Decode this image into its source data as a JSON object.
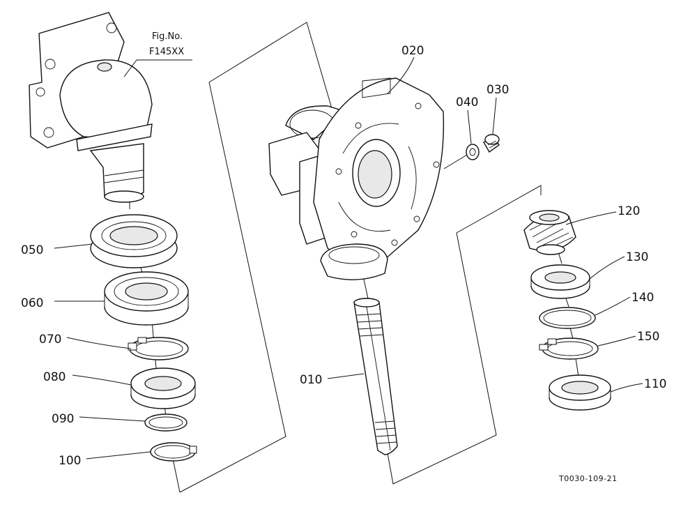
{
  "figure": {
    "label": "Fig.No.",
    "number": "F145XX"
  },
  "drawing_code": "T0030-109-21",
  "parts": {
    "p010": "010",
    "p020": "020",
    "p030": "030",
    "p040": "040",
    "p050": "050",
    "p060": "060",
    "p070": "070",
    "p080": "080",
    "p090": "090",
    "p100": "100",
    "p110": "110",
    "p120": "120",
    "p130": "130",
    "p140": "140",
    "p150": "150"
  }
}
